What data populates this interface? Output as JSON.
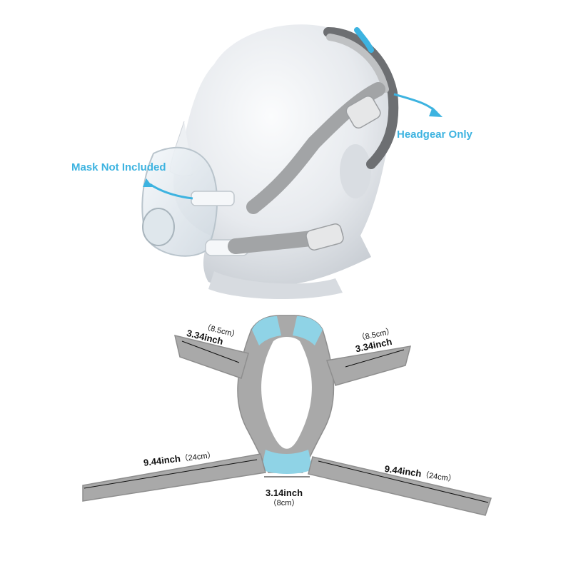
{
  "callouts": {
    "headgear": "Headgear Only",
    "mask": "Mask Not Included"
  },
  "dimensions": {
    "top_left": {
      "main": "3.34inch",
      "sub": "（8.5cm）"
    },
    "top_right": {
      "main": "3.34inch",
      "sub": "（8.5cm）"
    },
    "left_arm": {
      "main": "9.44inch",
      "sub": "（24cm）"
    },
    "right_arm": {
      "main": "9.44inch",
      "sub": "（24cm）"
    },
    "center": {
      "main": "3.14inch",
      "sub": "（8cm）"
    }
  },
  "colors": {
    "accent": "#3db3e0",
    "strap": "#a9a9a9",
    "strap_edge": "#8e8e8e",
    "cushion": "#8fd3e6",
    "head": "#e9ebee"
  }
}
